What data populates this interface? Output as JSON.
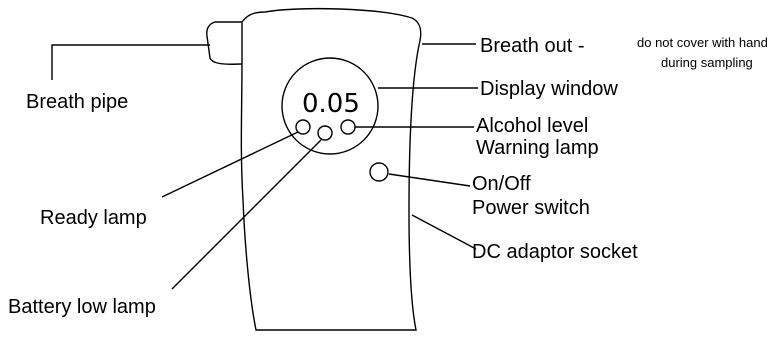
{
  "diagram": {
    "display_reading": "0.05",
    "labels": {
      "breath_pipe": "Breath pipe",
      "breath_out": "Breath out -",
      "breath_out_note_line1": "do not cover with hand",
      "breath_out_note_line2": "during sampling",
      "display_window": "Display window",
      "alcohol_level": "Alcohol level",
      "warning_lamp": "Warning lamp",
      "on_off": "On/Off",
      "power_switch": "Power switch",
      "dc_adaptor_socket": "DC adaptor socket",
      "ready_lamp": "Ready lamp",
      "battery_low_lamp": "Battery low lamp"
    }
  }
}
